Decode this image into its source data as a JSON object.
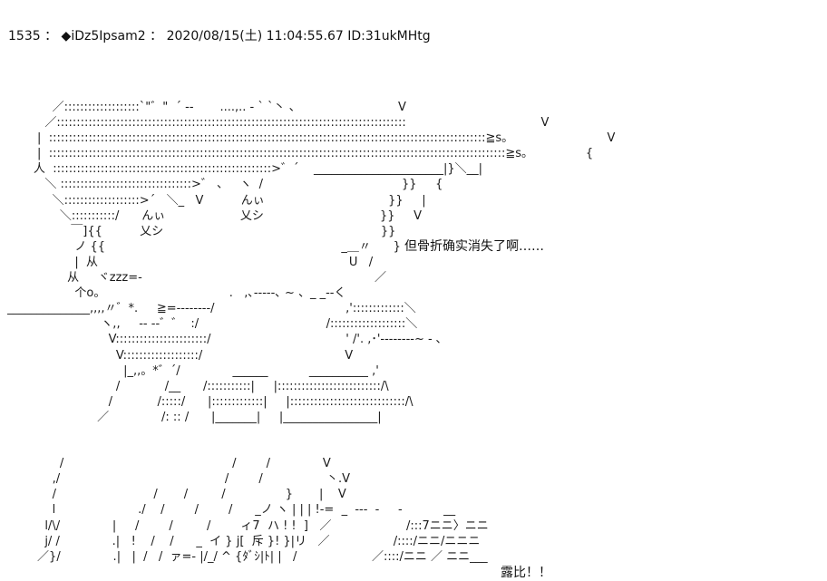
{
  "post": {
    "number": "1535",
    "separator": "：",
    "name": "◆iDz5Ipsam2",
    "datetime": "2020/08/15(土) 11:04:55.67",
    "id": "ID:31ukMHtg"
  },
  "ascii_art": "            ／:::::::::::::::::::`\"゛\"  ´ ‐‐       ....,.. ‐ ` `丶 、                          V\n          ／::::::::::::::::::::::::::::::::::::::::::::::::::::::::::::::::::::::::::::::::::::::::                                    V\n        |  ::::::::::::::::::::::::::::::::::::::::::::::::::::::::::::::::::::::::::::::::::::::::::::::::::::::::::::::≧s。                         V\n        |  :::::::::::::::::::::::::::::::::::::::::::::::::::::::::::::::::::::::::::::::::::::::::::::::::::::::::::::::::::≧s。              {\n       人  :::::::::::::::::::::::::::::::::::::::::::::::::::::::>゛´    ______________________|}＼__|\n          ＼ :::::::::::::::::::::::::::::::::>゛ 、   ヽ  /                                     }}     {\n            ＼:::::::::::::::::::>´   ＼_   V          んぃ                                 }}     |\n              ＼:::::::::::/      んぃ                    乂シ                               }}     V\n                 ￣]{{          乂シ                                                          }}\n                  ノ {{                                                               _＿〃      }\n                  |  从                                                                   U   /\n                从     ヾzzz=-                                                              ／\n                  个o。                                 .   ,､‐‐‐‐‐､ ~ 、_ _-‐く\n______________,,,,〃゛*.     ≧=‐‐‐‐‐‐‐‐/                                   ,':::::::::::::＼\n                         ヽ,,     ‐- ‐‐゛゛  :/                                  /:::::::::::::::::::＼\n                           V:::::::::::::::::::::::/                                    ' /'. ,･'‐‐‐‐‐‐‐‐~ - ､\n                             V:::::::::::::::::::/                                      V\n                               |_,,。*゛´/              ______           __________ ,'\n                             /            /__      /:::::::::::|     |::::::::::::::::::::::::::/\\\n                           /            /:::::/      |:::::::::::::|     |:::::::::::::::::::::::::::::/\\\n                        ／              /: :: /      |_______|     |________________|\n\n\n              /                                             /        /              V\n            ,/                                            /        /                 丶.V\n            /                          /       /         /                }       |    V\n            l                      ./    /        /        /      _ノ ヽ | | | !-=  _  ‐‐-  ‐     -           __\n          l/\\/              |     /        /         /        ィ7  ハ ! !  ]   ／                    /:::7ニニ〉ニニ\n          j/ /              .|   !    /    /      _  イ } j[  斥 }! }|リ   ／                 /::::/ニニ/ニニニ\n        ／}/              .|   |  /   /  ァ=‐ |/_/ ^ {ﾀﾞｼ|ﾄ| |   /                    ／::::/ニニ ／ ニニ___",
  "dialogs": [
    "但骨折确实消失了啊……",
    "露比！！"
  ]
}
